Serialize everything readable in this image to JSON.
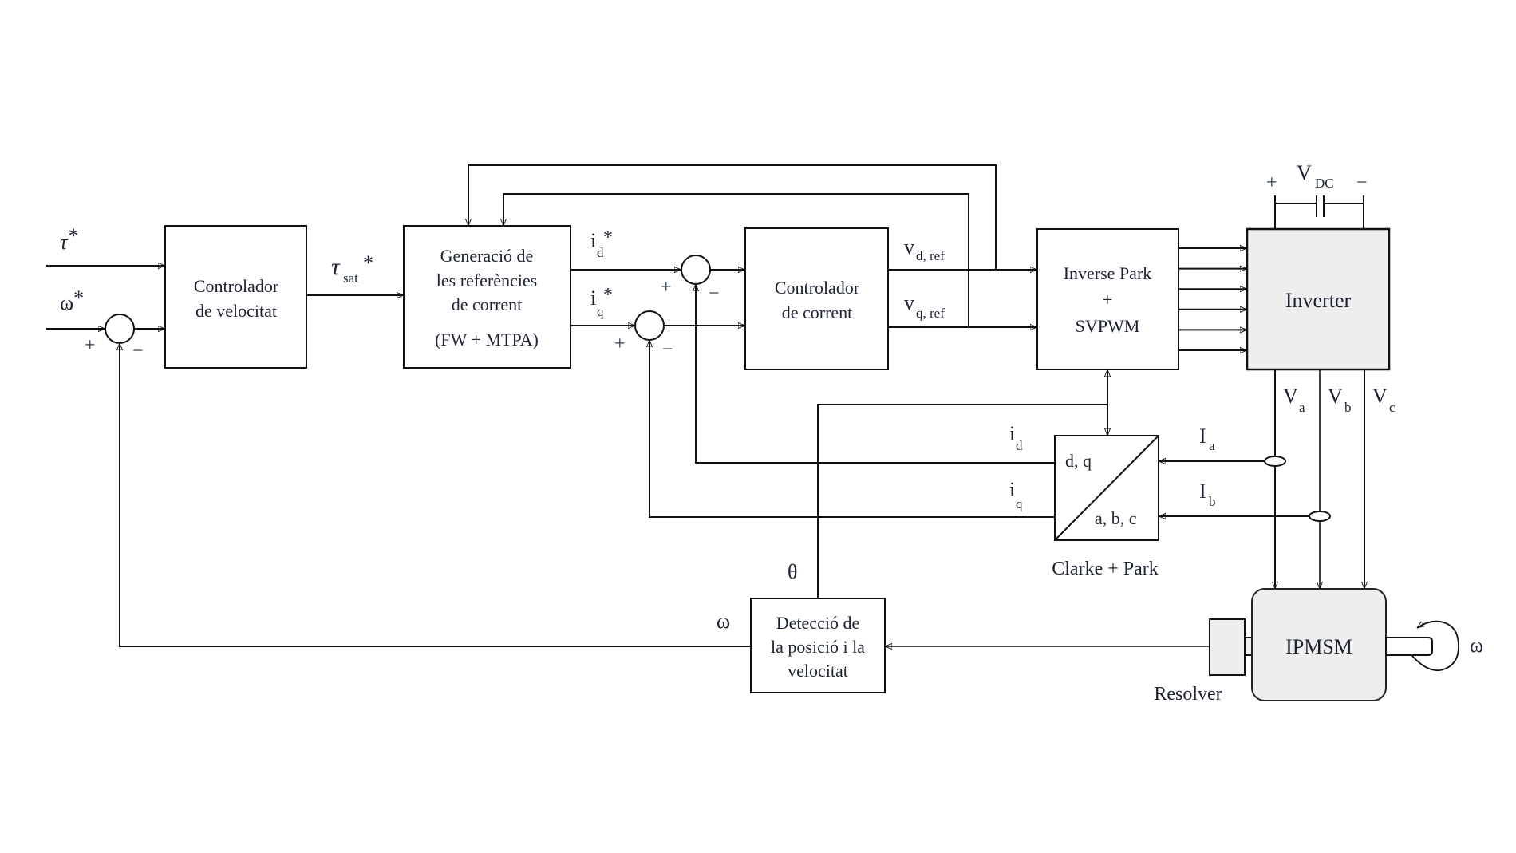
{
  "title": "IPMSM field-oriented control block diagram",
  "colors": {
    "line": "#111111",
    "text": "#1c2230",
    "shaded_fill": "#eeeeee",
    "background": "#ffffff"
  },
  "inputs": {
    "torque_ref": {
      "symbol": "τ",
      "sup": "*"
    },
    "speed_ref": {
      "symbol": "ω",
      "sup": "*"
    }
  },
  "summing_junctions": {
    "speed": {
      "plus": "+",
      "minus": "−"
    },
    "id": {
      "plus": "+",
      "minus": "−"
    },
    "iq": {
      "plus": "+",
      "minus": "−"
    }
  },
  "blocks": {
    "speed_controller": {
      "lines": [
        "Controlador",
        "de velocitat"
      ]
    },
    "current_ref_gen": {
      "lines": [
        "Generació de",
        "les referències",
        "de corrent",
        "(FW + MTPA)"
      ]
    },
    "current_controller": {
      "lines": [
        "Controlador",
        "de corrent"
      ]
    },
    "inverse_park": {
      "lines": [
        "Inverse Park",
        "+",
        "SVPWM"
      ]
    },
    "inverter": {
      "label": "Inverter"
    },
    "clarke_park": {
      "top": "d, q",
      "bottom": "a, b, c",
      "caption": "Clarke + Park"
    },
    "position_detection": {
      "lines": [
        "Detecció de",
        "la posició i la",
        "velocitat"
      ]
    },
    "motor": {
      "label": "IPMSM"
    },
    "resolver": {
      "label": "Resolver"
    }
  },
  "signals": {
    "tau_sat": {
      "symbol": "τ",
      "sub": "sat",
      "sup": "*"
    },
    "id_ref": {
      "symbol": "i",
      "sub": "d",
      "sup": "*"
    },
    "iq_ref": {
      "symbol": "i",
      "sub": "q",
      "sup": "*"
    },
    "vd_ref": {
      "symbol": "v",
      "sub": "d, ref"
    },
    "vq_ref": {
      "symbol": "v",
      "sub": "q, ref"
    },
    "id_meas": {
      "symbol": "i",
      "sub": "d"
    },
    "iq_meas": {
      "symbol": "i",
      "sub": "q"
    },
    "Ia": {
      "symbol": "I",
      "sub": "a"
    },
    "Ib": {
      "symbol": "I",
      "sub": "b"
    },
    "Va": {
      "symbol": "V",
      "sub": "a"
    },
    "Vb": {
      "symbol": "V",
      "sub": "b"
    },
    "Vc": {
      "symbol": "V",
      "sub": "c"
    },
    "Vdc": {
      "symbol": "V",
      "sub": "DC",
      "plus": "+",
      "minus": "−"
    },
    "theta": {
      "symbol": "θ"
    },
    "omega_feedback": {
      "symbol": "ω"
    },
    "omega_shaft": {
      "symbol": "ω"
    }
  },
  "pwm_gate_signal_count": 6
}
